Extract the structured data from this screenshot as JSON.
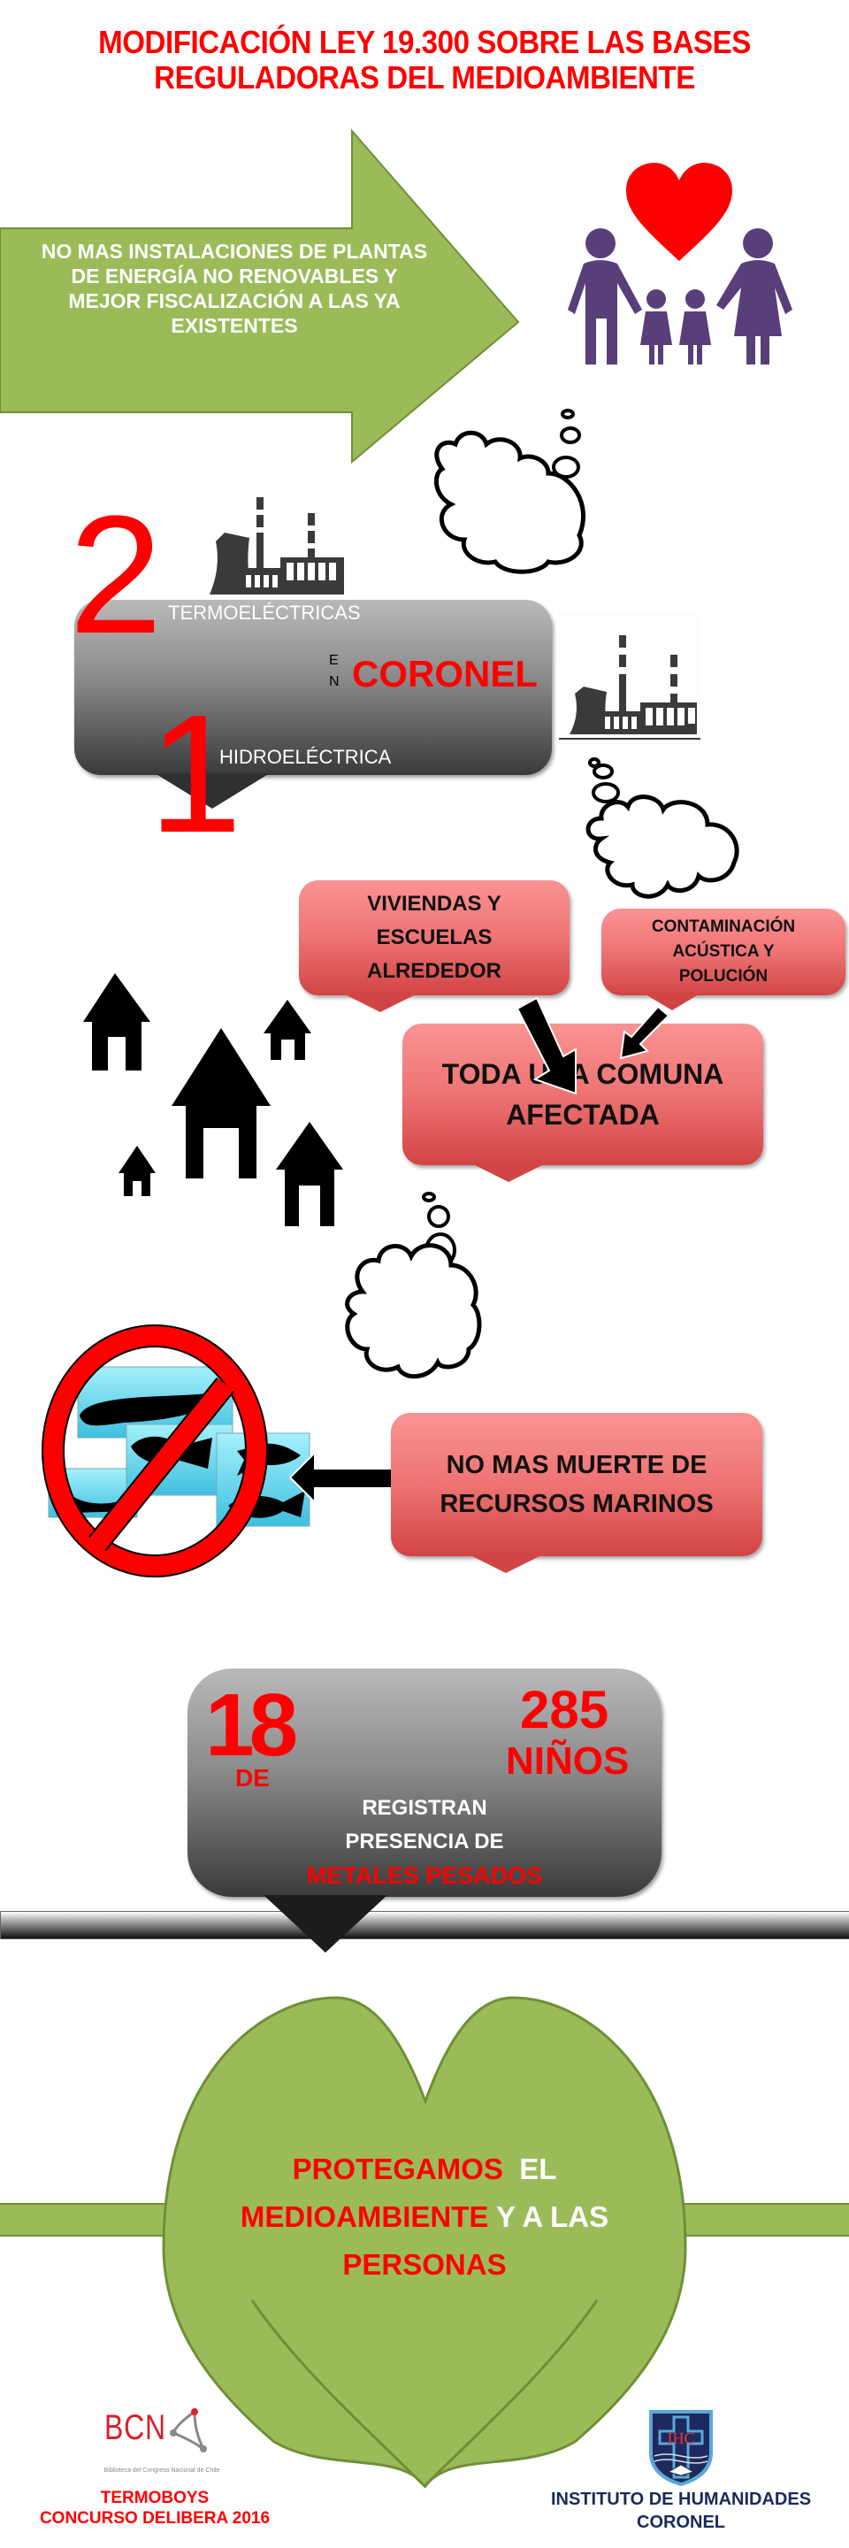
{
  "title": {
    "line1": "MODIFICACIÓN  LEY 19.300 SOBRE LAS BASES",
    "line2": "REGULADORAS DEL MEDIOAMBIENTE"
  },
  "arrow_banner": {
    "lines": [
      "NO MAS INSTALACIONES DE PLANTAS",
      "DE ENERGÍA NO RENOVABLES Y",
      "MEJOR FISCALIZACIÓN A LAS YA",
      "EXISTENTES"
    ]
  },
  "plants": {
    "thermo_count": "2",
    "thermo_label": "TERMOELÉCTRICAS",
    "hydro_count": "1",
    "hydro_label": "HIDROELÉCTRICA",
    "en_letters": [
      "E",
      "N"
    ],
    "city": "CORONEL"
  },
  "community": {
    "housing_lines": [
      "VIVIENDAS Y",
      "ESCUELAS",
      "ALREDEDOR"
    ],
    "pollution_lines": [
      "CONTAMINACIÓN",
      "ACÚSTICA Y",
      "POLUCIÓN"
    ],
    "affected_lines": [
      "TODA UNA COMUNA",
      "AFECTADA"
    ]
  },
  "marine": {
    "lines": [
      "NO MAS MUERTE DE",
      "RECURSOS MARINOS"
    ]
  },
  "stats": {
    "count": "18",
    "de": "DE",
    "total": "285",
    "total_label": "NIÑOS",
    "line1": "REGISTRAN",
    "line2": "PRESENCIA DE",
    "line3": "METALES PESADOS"
  },
  "closing": {
    "part1_red": "PROTEGAMOS",
    "part1_white": "EL",
    "part2_red": "MEDIOAMBIENTE",
    "part2_white": "Y A LAS",
    "part3_red": "PERSONAS"
  },
  "footer": {
    "bcn_logo": "BCN",
    "bcn_sub": "Biblioteca del Congreso Nacional de Chile",
    "team": "TERMOBOYS",
    "contest": "CONCURSO  DELIBERA 2016",
    "shield_text": "IHC",
    "school_line1": "INSTITUTO DE HUMANIDADES",
    "school_line2": "CORONEL"
  },
  "colors": {
    "title_red": "#ff0000",
    "green": "#9bbb59",
    "purple": "#593f7a",
    "bubble_red": "#ee7373",
    "navy": "#1a2a5a"
  }
}
